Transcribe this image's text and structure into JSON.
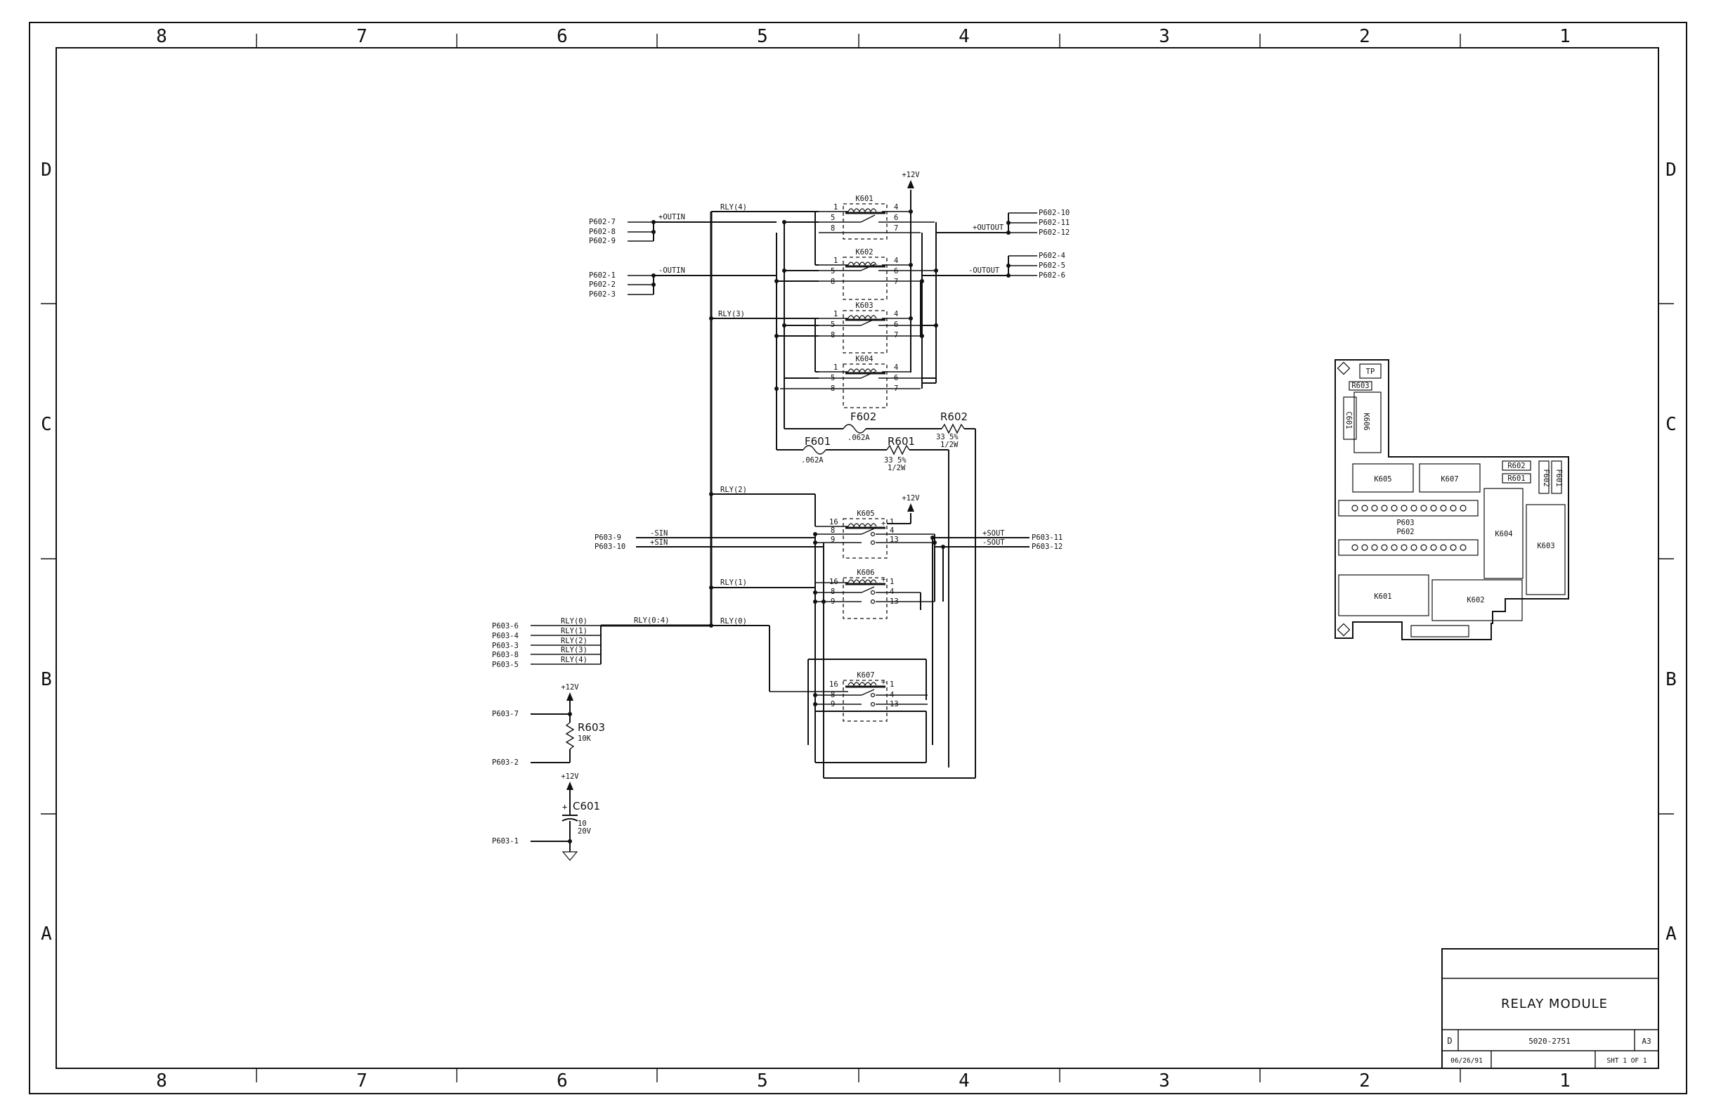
{
  "border": {
    "columns": [
      "8",
      "7",
      "6",
      "5",
      "4",
      "3",
      "2",
      "1"
    ],
    "rows": [
      "D",
      "C",
      "B",
      "A"
    ]
  },
  "supply": {
    "v12": "+12V"
  },
  "relays": {
    "k601": "K601",
    "k602": "K602",
    "k603": "K603",
    "k604": "K604",
    "k605": "K605",
    "k606": "K606",
    "k607": "K607",
    "pins_upper": [
      "1",
      "5",
      "8",
      "4",
      "6",
      "7"
    ],
    "pins_lower": [
      "16",
      "8",
      "9",
      "1",
      "4",
      "13"
    ]
  },
  "nets": {
    "outin_p": "+OUTIN",
    "outin_n": "-OUTIN",
    "outout_p": "+OUTOUT",
    "outout_n": "-OUTOUT",
    "sin_n": "-SIN",
    "sin_p": "+SIN",
    "sout_p": "+SOUT",
    "sout_n": "-SOUT",
    "rly4": "RLY(4)",
    "rly3": "RLY(3)",
    "rly2": "RLY(2)",
    "rly1": "RLY(1)",
    "rly0": "RLY(0)",
    "rly04": "RLY(0:4)",
    "bus": [
      "RLY(0)",
      "RLY(1)",
      "RLY(2)",
      "RLY(3)",
      "RLY(4)"
    ]
  },
  "connectors": {
    "left_outin_p": [
      "P602-7",
      "P602-8",
      "P602-9"
    ],
    "left_outin_n": [
      "P602-1",
      "P602-2",
      "P602-3"
    ],
    "right_outout_p": [
      "P602-10",
      "P602-11",
      "P602-12"
    ],
    "right_outout_n": [
      "P602-4",
      "P602-5",
      "P602-6"
    ],
    "sin": [
      "P603-9",
      "P603-10"
    ],
    "sout": [
      "P603-11",
      "P603-12"
    ],
    "bus": [
      "P603-6",
      "P603-4",
      "P603-3",
      "P603-8",
      "P603-5"
    ],
    "r603_top": "P603-7",
    "r603_bot": "P603-2",
    "c601": "P603-1"
  },
  "parts": {
    "f601": "F601",
    "f601_val": ".062A",
    "f602": "F602",
    "f602_val": ".062A",
    "r601": "R601",
    "r601_val1": "33  5%",
    "r601_val2": "1/2W",
    "r602": "R602",
    "r602_val1": "33  5%",
    "r602_val2": "1/2W",
    "r603": "R603",
    "r603_val": "10K",
    "c601": "C601",
    "c601_val1": "10",
    "c601_val2": "20V",
    "c601_plus": "+"
  },
  "layout_view": {
    "r603": "R603",
    "c601": "C601",
    "k606": "K606",
    "k605": "K605",
    "k607": "K607",
    "r602": "R602",
    "r601": "R601",
    "f602": "F602",
    "f601": "F601",
    "p603": "P603",
    "p602": "P602",
    "k604": "K604",
    "k603": "K603",
    "k601": "K601",
    "k602": "K602",
    "logo": "TP"
  },
  "title_block": {
    "title": "RELAY MODULE",
    "size": "D",
    "drawing_no": "5020-2751",
    "rev": "A3",
    "date": "06/26/91",
    "sheet": "SHT 1 OF 1"
  }
}
